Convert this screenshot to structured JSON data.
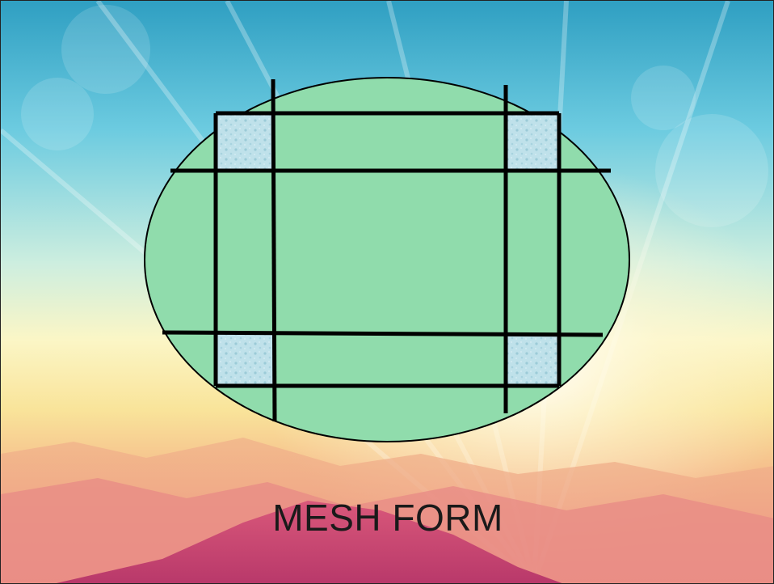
{
  "slide": {
    "caption": "MESH FORM"
  },
  "diagram": {
    "ellipse_fill": "#90dcac",
    "outline_color": "#000000",
    "corner_tile_color": "#bfe1ea",
    "sky_colors": [
      "#2f9fc2",
      "#7fd4e6",
      "#f7f3c4",
      "#f8d88e",
      "#e66a7a"
    ],
    "icons": [
      "mesh-ellipse",
      "corner-tile"
    ]
  }
}
